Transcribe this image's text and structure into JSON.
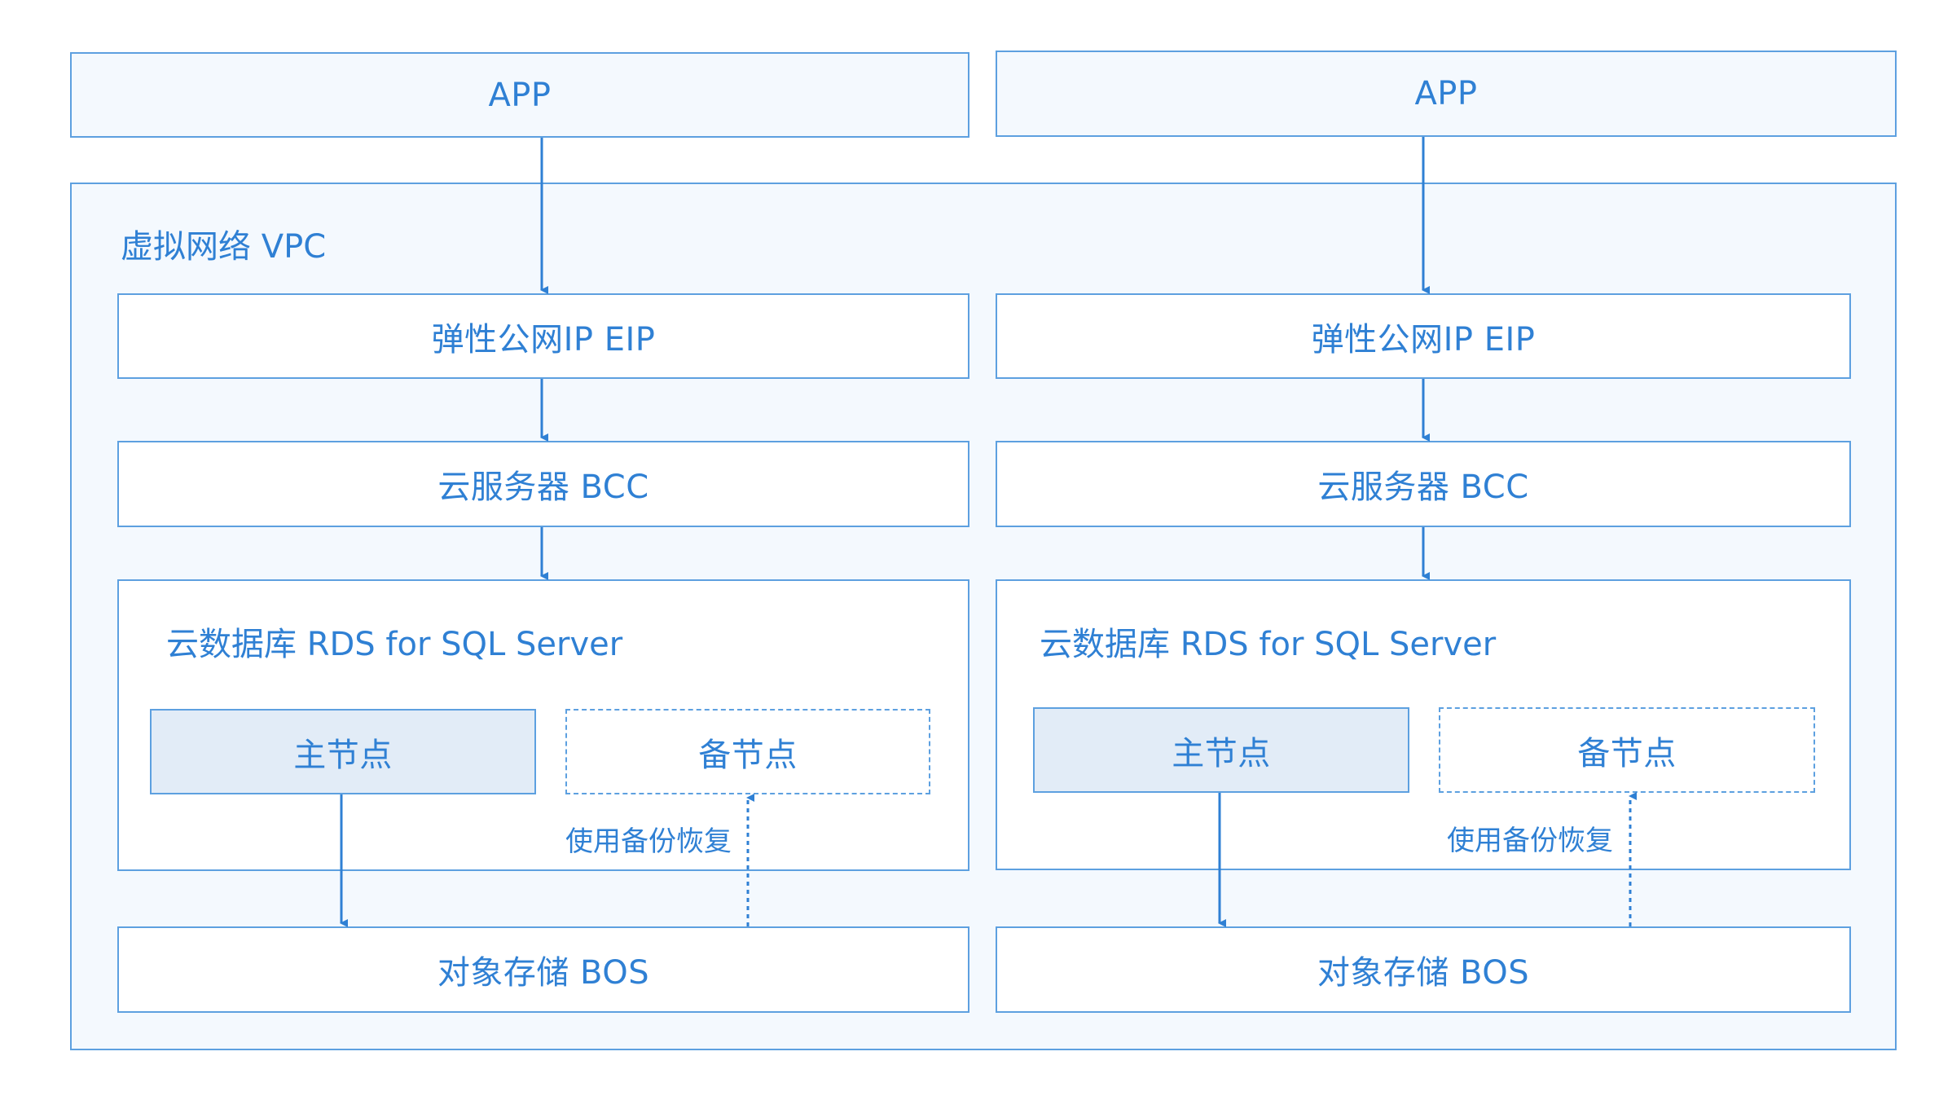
{
  "left": {
    "app": "APP",
    "eip": "弹性公网IP  EIP",
    "bcc": "云服务器 BCC",
    "rds_title": "云数据库 RDS for SQL Server",
    "primary_node": "主节点",
    "standby_node": "备节点",
    "restore_label": "使用备份恢复",
    "bos": "对象存储 BOS"
  },
  "right": {
    "app": "APP",
    "eip": "弹性公网IP  EIP",
    "bcc": "云服务器 BCC",
    "rds_title": "云数据库 RDS for SQL Server",
    "primary_node": "主节点",
    "standby_node": "备节点",
    "restore_label": "使用备份恢复",
    "bos": "对象存储 BOS"
  },
  "vpc_label": "虚拟网络 VPC",
  "colors": {
    "accent": "#2f80d4",
    "border": "#5da0e0",
    "container_fill": "#f4f9fe",
    "primary_fill": "#e2ecf7"
  }
}
